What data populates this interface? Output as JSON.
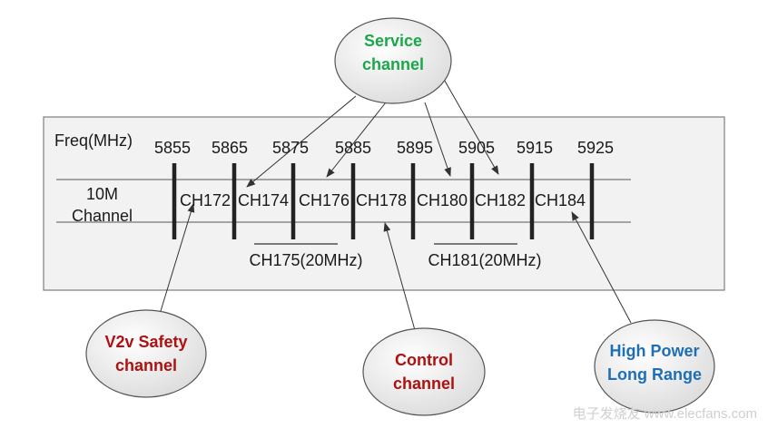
{
  "panel": {
    "freq_label": "Freq(MHz)",
    "row_label_line1": "10M",
    "row_label_line2": "Channel"
  },
  "frequencies": [
    "5855",
    "5865",
    "5875",
    "5885",
    "5895",
    "5905",
    "5915",
    "5925"
  ],
  "channels": [
    "CH172",
    "CH174",
    "CH176",
    "CH178",
    "CH180",
    "CH182",
    "CH184"
  ],
  "wide_channels": [
    "CH175(20MHz)",
    "CH181(20MHz)"
  ],
  "callouts": {
    "service": {
      "line1": "Service",
      "line2": "channel",
      "color": "#1aa84a"
    },
    "safety": {
      "line1": "V2v Safety",
      "line2": "channel",
      "color": "#b01010"
    },
    "control": {
      "line1": "Control",
      "line2": "channel",
      "color": "#b01010"
    },
    "highpower": {
      "line1": "High Power",
      "line2": "Long Range",
      "color": "#1f6fb5"
    }
  },
  "watermark": "电子发烧友 www.elecfans.com"
}
